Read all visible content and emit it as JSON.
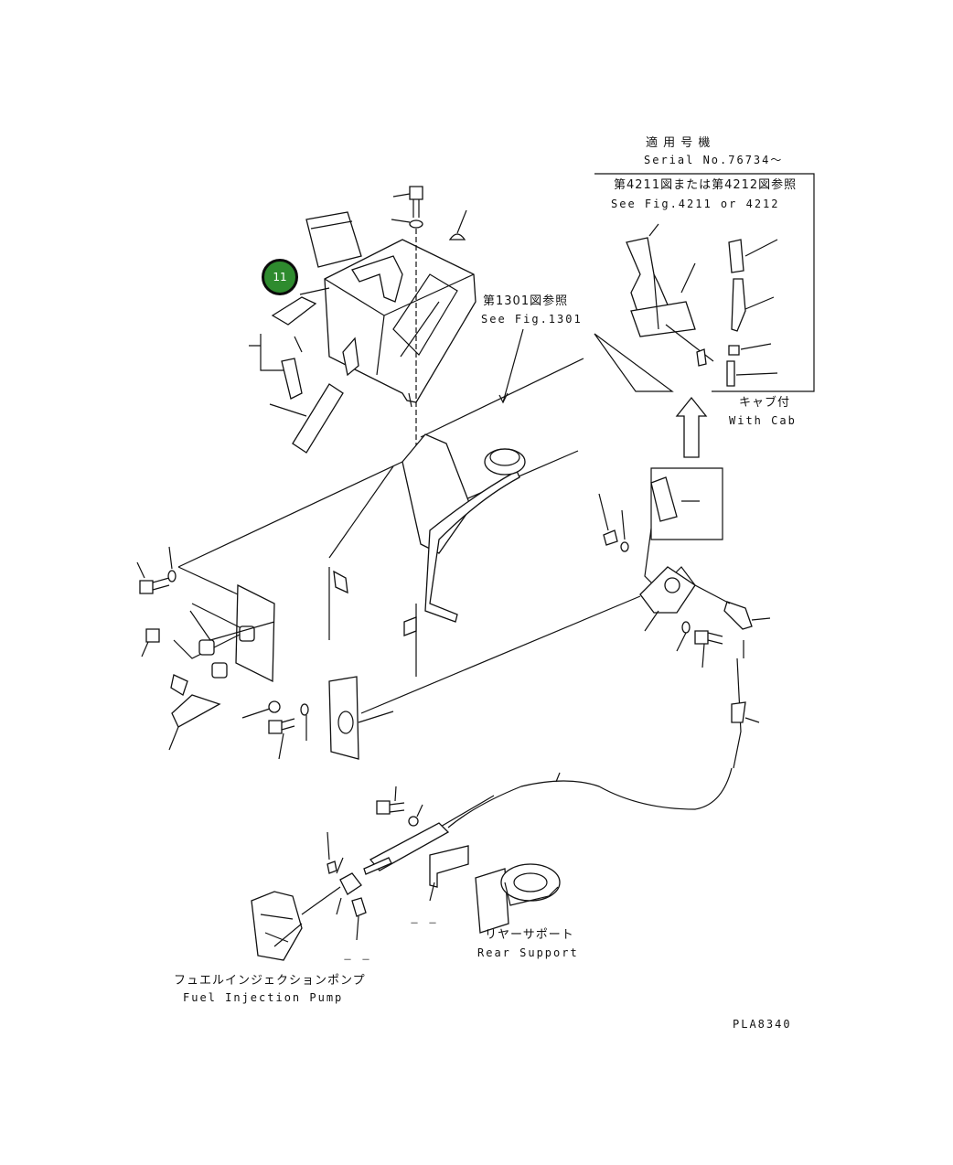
{
  "labels": {
    "serial_jp": "適 用 号 機",
    "serial_en": "Serial No.76734～",
    "ref_box_jp": "第4211図または第4212図参照",
    "ref_box_en": "See Fig.4211 or 4212",
    "with_cab_jp": "キャブ付",
    "with_cab_en": "With Cab",
    "fig1301_jp": "第1301図参照",
    "fig1301_en": "See Fig.1301",
    "rear_support_jp": "リヤーサポート",
    "rear_support_en": "Rear Support",
    "fuel_pump_jp": "フュエルインジェクションポンプ",
    "fuel_pump_en": "Fuel Injection Pump",
    "drawing_code": "PLA8340",
    "dash_1": "－ －",
    "dash_2": "－ －"
  },
  "callouts": [
    {
      "number": "11",
      "color": "#2e8b2e"
    }
  ]
}
